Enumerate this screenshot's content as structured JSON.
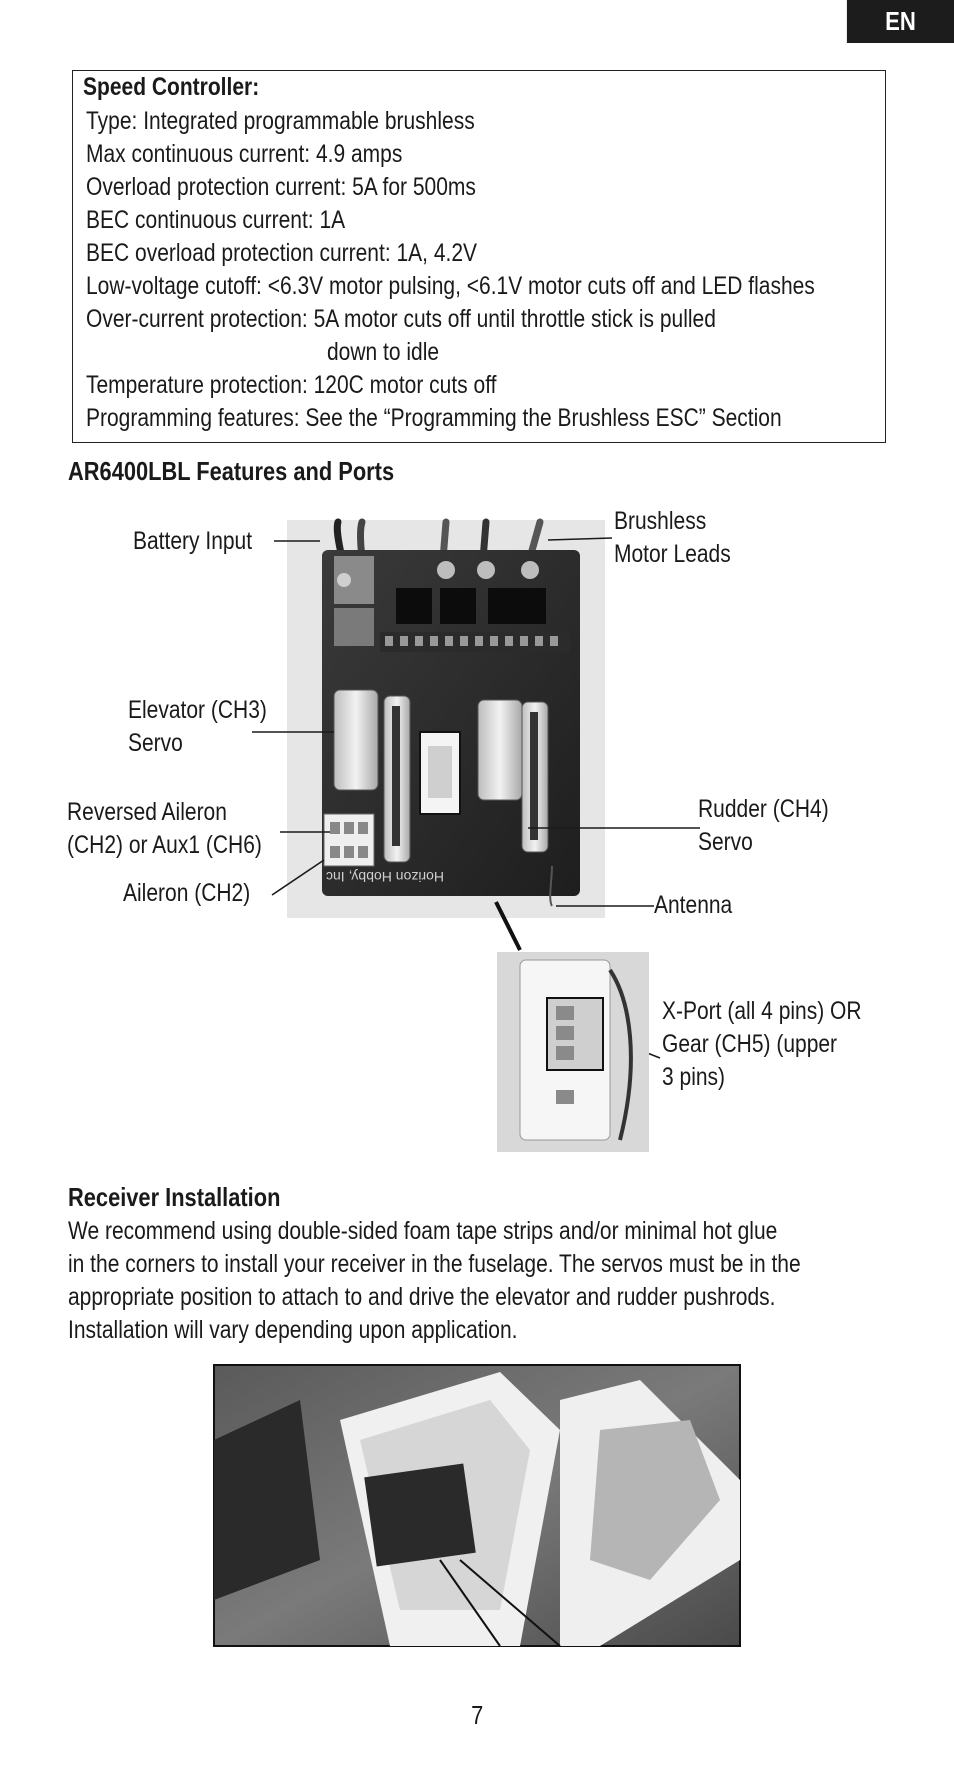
{
  "header": {
    "language_tab": "EN"
  },
  "speed_controller": {
    "title": "Speed Controller:",
    "lines": [
      "Type: Integrated programmable brushless",
      "Max continuous current: 4.9 amps",
      "Overload protection current: 5A for 500ms",
      "BEC continuous current: 1A",
      "BEC overload protection current: 1A, 4.2V",
      "Low-voltage cutoff: <6.3V motor pulsing, <6.1V motor cuts off and LED flashes",
      "Over-current protection: 5A motor cuts off until throttle stick is pulled",
      "down to idle",
      "Temperature protection: 120C motor cuts off",
      "Programming features: See the “Programming the Brushless ESC” Section"
    ]
  },
  "features": {
    "title": "AR6400LBL Features and Ports",
    "labels": {
      "battery_input": "Battery Input",
      "brushless_1": "Brushless",
      "brushless_2": "Motor Leads",
      "elevator_1": "Elevator (CH3)",
      "elevator_2": "Servo",
      "rev_aileron_1": "Reversed Aileron",
      "rev_aileron_2": "(CH2) or Aux1 (CH6)",
      "aileron": "Aileron (CH2)",
      "rudder_1": "Rudder (CH4)",
      "rudder_2": "Servo",
      "antenna": "Antenna",
      "xport_1": "X-Port (all 4 pins) OR",
      "xport_2": "Gear (CH5) (upper",
      "xport_3": "3 pins)"
    },
    "board_marking": "Horizon Hobby, Inc"
  },
  "receiver": {
    "title": "Receiver Installation",
    "lines": [
      "We recommend using double-sided foam tape strips and/or minimal hot glue",
      "in the corners to install your receiver in the fuselage. The servos must be in the",
      "appropriate position to attach to and drive the elevator and rudder pushrods.",
      "Installation will vary depending upon application."
    ]
  },
  "page_number": "7"
}
